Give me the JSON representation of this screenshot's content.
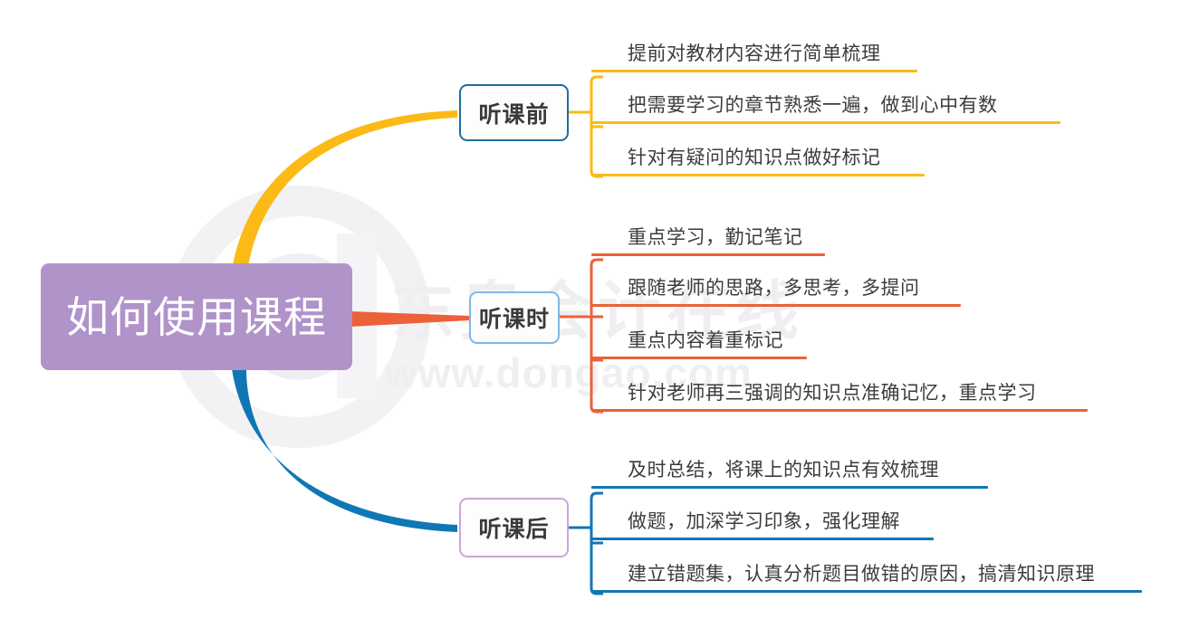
{
  "diagram": {
    "type": "mind-map",
    "title": "如何使用课程",
    "root": {
      "label": "如何使用课程",
      "color": "#b093c9",
      "text_color": "#ffffff"
    },
    "branches": [
      {
        "label": "听课前",
        "branch_color": "#fbba16",
        "node_border": "#1d6f9b",
        "leaves": [
          {
            "label": "提前对教材内容进行简单梳理",
            "rule_color": "#fbba16"
          },
          {
            "label": "把需要学习的章节熟悉一遍，做到心中有数",
            "rule_color": "#fbba16"
          },
          {
            "label": "针对有疑问的知识点做好标记",
            "rule_color": "#fbba16"
          }
        ]
      },
      {
        "label": "听课时",
        "branch_color": "#ec6137",
        "node_border": "#7fb8e6",
        "leaves": [
          {
            "label": "重点学习，勤记笔记",
            "rule_color": "#ec6137"
          },
          {
            "label": "跟随老师的思路，多思考，多提问",
            "rule_color": "#ec6137"
          },
          {
            "label": "重点内容着重标记",
            "rule_color": "#ec6137"
          },
          {
            "label": "针对老师再三强调的知识点准确记忆，重点学习",
            "rule_color": "#ec6137"
          }
        ]
      },
      {
        "label": "听课后",
        "branch_color": "#1077b5",
        "node_border": "#c9a5d8",
        "leaves": [
          {
            "label": "及时总结，将课上的知识点有效梳理",
            "rule_color": "#1077b5"
          },
          {
            "label": "做题，加深学习印象，强化理解",
            "rule_color": "#1077b5"
          },
          {
            "label": "建立错题集，认真分析题目做错的原因，搞清知识原理",
            "rule_color": "#1077b5"
          }
        ]
      }
    ]
  },
  "watermark": {
    "brand_cn": "东奥会计在线",
    "url": "www.dongao.com",
    "color": "#efeff1"
  }
}
